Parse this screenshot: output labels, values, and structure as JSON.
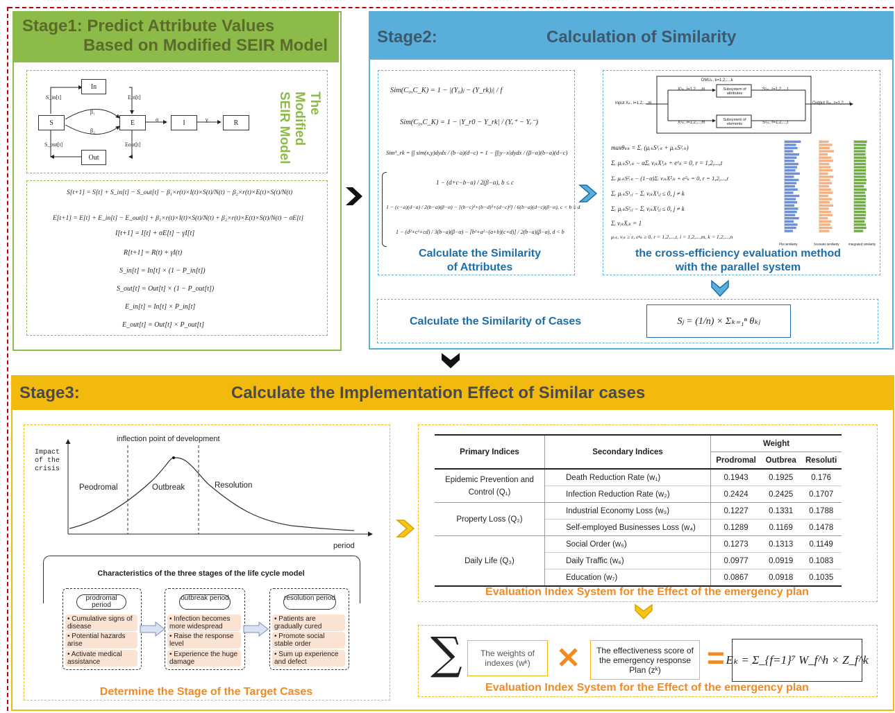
{
  "stage1": {
    "title_line1": "Stage1: Predict Attribute Values",
    "title_line2": "Based on Modified SEIR Model",
    "side_label": "The Modified SEIR Model",
    "nodes": {
      "in": "In",
      "s": "S",
      "e": "E",
      "i": "I",
      "r": "R",
      "out": "Out"
    },
    "edge_labels": {
      "s_in": "S_in[t]",
      "ein": "Ein[t]",
      "s_out": "S_out[t]",
      "eout": "Eout[t]",
      "beta1": "β₁",
      "beta2": "β₂",
      "sigma": "σ",
      "gamma": "γ"
    },
    "equations": [
      "S[t+1] = S[t] + S_in[t] − S_out[t] − β₁×r(t)×I(t)×S(t)/N(t) − β₂×r(t)×E(t)×S(t)/N(t)",
      "E[t+1] = E[t] + E_in[t] − E_out[t] + β₁×r(t)×I(t)×S(t)/N(t) + β₂×r(t)×E(t)×S(t)/N(t) − σE[t]",
      "I[t+1] = I[t] + σE[t] − γI[t]",
      "R[t+1] = R(t) + γI(t)",
      "S_in[t] = In[t] × (1 − P_in[t])",
      "S_out[t] = Out[t] × (1 − P_out[t])",
      "E_in[t] = In[t] × P_in[t]",
      "E_out[t] = Out[t] × P_out[t]"
    ]
  },
  "stage2": {
    "label": "Stage2:",
    "title": "Calculation of Similarity",
    "sim_formulas": [
      "Sim(C₀,C_K) = 1 − |(Y₀)ⱼ − (Y_rk)ⱼ| / f",
      "Sim(C₀,C_K) = 1 − |Y_r0 − Y_rk| / (Yᵣ⁺ − Yᵣ⁻)",
      "Sim¹_rk = ∫∫ sim(x,y)dydx / (b−a)(d−c) = 1 − ∫∫|y−x|dydx / (β−α)(b−a)(d−c)"
    ],
    "piecewise": [
      "1 − (d+c−b−a) / 2(β−α),  b ≤ c",
      "1 − (c−a)(d−a) / 2(b−a)(β−α) − [(b−c)³+(b−d)³+(d−c)³] / 6(b−a)(d−c)(β−α),  c < b ≤ d",
      "1 − (d²+c²+cd) / 3(b−a)(β−α) − [b²+a²−(a+b)(c+d)] / 2(b−a)(β−α),  d < b"
    ],
    "attr_caption_line1": "Calculate the Similarity",
    "attr_caption_line2": "of Attributes",
    "parallel": {
      "dmu": "DMUₖ, k=1,2,...,k",
      "input": "Input Xᵢₖ, i=1,2,...,m",
      "x1": "X¹ᵢₖ, i=1,2,...,m",
      "x2": "X²ᵢₖ, i=1,2,...,m",
      "sub1": "Subsystem of attributes",
      "sub2": "Subsystem of elements",
      "s1": "S¹ᵣₖ, r=1,2,...,t",
      "s2": "S²ᵣₖ, r=1,2,...,t",
      "output": "Output Sᵣₖ, r=1,2,...,t"
    },
    "lp": [
      "maxθₖₖ = Σᵣ (μᵣₖS¹ᵣₖ + μᵣₖS²ᵣₖ)",
      "Σᵣ μᵣₖS¹ᵣₖ − αΣᵢ vᵢₖX¹ᵢₖ + e¹ₖ = 0,   r = 1,2,...,t",
      "Σᵣ μᵣₖS²ᵣₖ − (1−α)Σᵢ vᵢₖX²ᵢₖ + e²ₖ = 0,   r = 1,2,...,t",
      "Σᵣ μᵣₖS¹ᵣⱼ − Σᵢ vᵢₖX¹ᵢⱼ ≤ 0,   j ≠ k",
      "Σᵣ μᵣₖS²ᵣⱼ − Σᵢ vᵢₖX²ᵢⱼ ≤ 0,   j ≠ k",
      "Σᵢ vᵢₖXᵢₖ = 1",
      "μᵣₖ, vᵢₖ ≥ ε, eᵍₖ ≥ 0, r = 1,2,...,t, i = 1,2,...,m, k = 1,2,...,n"
    ],
    "mini_charts": [
      {
        "legend": "Plot similarity",
        "color": "#6d8fd6",
        "values": [
          0.78,
          0.55,
          0.62,
          0.41,
          0.7,
          0.58,
          0.48,
          0.66,
          0.6,
          0.52,
          0.73,
          0.45,
          0.68,
          0.57,
          0.5,
          0.63,
          0.42,
          0.71,
          0.54,
          0.6,
          0.47,
          0.65,
          0.59,
          0.51,
          0.69,
          0.44,
          0.62,
          0.56,
          0.4
        ]
      },
      {
        "legend": "Scenario similarity",
        "color": "#f4b183",
        "values": [
          0.45,
          0.62,
          0.5,
          0.7,
          0.4,
          0.58,
          0.66,
          0.48,
          0.55,
          0.63,
          0.42,
          0.68,
          0.52,
          0.6,
          0.47,
          0.57,
          0.65,
          0.43,
          0.61,
          0.5,
          0.67,
          0.46,
          0.56,
          0.64,
          0.41,
          0.59,
          0.53,
          0.62,
          0.48
        ]
      },
      {
        "legend": "Integrated similarity",
        "color": "#70ad47",
        "values": [
          0.62,
          0.58,
          0.56,
          0.55,
          0.55,
          0.58,
          0.57,
          0.57,
          0.57,
          0.57,
          0.57,
          0.56,
          0.6,
          0.58,
          0.48,
          0.6,
          0.53,
          0.57,
          0.57,
          0.55,
          0.57,
          0.55,
          0.57,
          0.57,
          0.55,
          0.51,
          0.57,
          0.59,
          0.44
        ]
      }
    ],
    "cross_caption_line1": "the cross-efficiency evaluation method",
    "cross_caption_line2": "with the parallel system",
    "cases_caption": "Calculate the Similarity of Cases",
    "cases_formula": "Sⱼ = (1/n) × Σₖ₌₁ⁿ θₖⱼ"
  },
  "stage3": {
    "label": "Stage3:",
    "title": "Calculate the Implementation Effect of Similar cases",
    "lifecycle": {
      "inflection": "inflection point of development",
      "yaxis": "Impact of the crisis",
      "xaxis": "period",
      "phases": [
        "Peodromal",
        "Outbreak",
        "Resolution"
      ]
    },
    "characteristics_title": "Characteristics of the three stages of the life cycle model",
    "periods": [
      {
        "name": "prodromal period",
        "features": [
          "Cumulative signs of disease",
          "Potential hazards arise",
          "Activate medical assistance"
        ]
      },
      {
        "name": "outbreak period",
        "features": [
          "Infection becomes more widespread",
          "Raise the response level",
          "Experience the huge damage"
        ]
      },
      {
        "name": "resolution period",
        "features": [
          "Patients are gradually cured",
          "Promote social stable order",
          "Sum up experience and defect"
        ]
      }
    ],
    "stage_caption": "Determine the Stage of the Target Cases",
    "table": {
      "h_primary": "Primary Indices",
      "h_secondary": "Secondary Indices",
      "h_weight": "Weight",
      "h_cols": [
        "Prodromal",
        "Outbrea",
        "Resoluti"
      ],
      "groups": [
        {
          "primary": "Epidemic Prevention and Control (Q₁)",
          "rows": [
            {
              "secondary": "Death Reduction Rate (w₁)",
              "values": [
                "0.1943",
                "0.1925",
                "0.176"
              ]
            },
            {
              "secondary": "Infection Reduction Rate (w₂)",
              "values": [
                "0.2424",
                "0.2425",
                "0.1707"
              ]
            }
          ]
        },
        {
          "primary": "Property Loss (Q₂)",
          "rows": [
            {
              "secondary": "Industrial Economy Loss (w₃)",
              "values": [
                "0.1227",
                "0.1331",
                "0.1788"
              ]
            },
            {
              "secondary": "Self-employed Businesses Loss (w₄)",
              "values": [
                "0.1289",
                "0.1169",
                "0.1478"
              ]
            }
          ]
        },
        {
          "primary": "Daily Life (Q₃)",
          "rows": [
            {
              "secondary": "Social Order (w₅)",
              "values": [
                "0.1273",
                "0.1313",
                "0.1149"
              ]
            },
            {
              "secondary": "Daily Traffic (w₆)",
              "values": [
                "0.0977",
                "0.0919",
                "0.1083"
              ]
            },
            {
              "secondary": "Education (w₇)",
              "values": [
                "0.0867",
                "0.0918",
                "0.1035"
              ]
            }
          ]
        }
      ]
    },
    "table_caption": "Evaluation Index System for the Effect of the emergency plan",
    "weights_box": "The weights of indexes (wᵏ)",
    "score_box": "The effectiveness score of the emergency response Plan (zᵏ)",
    "final_formula": "Eₖ = Σ_{f=1}⁷ W_f^h × Z_f^k",
    "final_caption": "Evaluation Index System for the Effect of the emergency plan"
  }
}
